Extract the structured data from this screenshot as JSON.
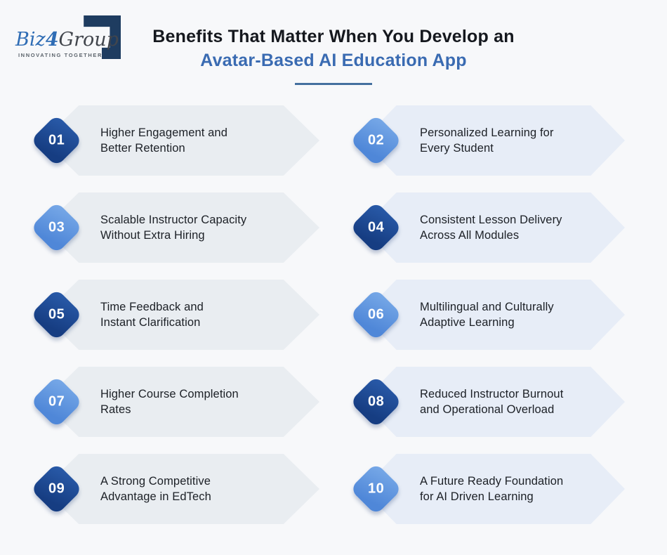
{
  "logo": {
    "brand_italic": "Biz",
    "brand_digit": "4",
    "brand_rest": "Group",
    "tagline": "INNOVATING TOGETHER"
  },
  "title": {
    "line1": "Benefits That Matter When You Develop an",
    "line2": "Avatar-Based AI Education App"
  },
  "colors": {
    "page_bg": "#f7f8fa",
    "title_blue": "#3a6bb2",
    "underline_blue": "#44709f",
    "card_gray": "#e9edf1",
    "card_blue": "#e7edf7",
    "diamond_dark": "#1c4c94",
    "diamond_light": "#5b93dd"
  },
  "items": [
    {
      "number": "01",
      "tone": "dark",
      "label": "Higher Engagement and Better Retention",
      "lines": [
        "Higher Engagement and",
        "Better Retention"
      ]
    },
    {
      "number": "02",
      "tone": "light",
      "label": "Personalized Learning for Every Student",
      "lines": [
        "Personalized Learning for",
        "Every Student"
      ]
    },
    {
      "number": "03",
      "tone": "light",
      "label": "Scalable Instructor Capacity Without Extra Hiring",
      "lines": [
        "Scalable Instructor Capacity",
        "Without Extra Hiring"
      ]
    },
    {
      "number": "04",
      "tone": "dark",
      "label": "Consistent Lesson Delivery Across All Modules",
      "lines": [
        "Consistent Lesson Delivery",
        "Across All Modules"
      ]
    },
    {
      "number": "05",
      "tone": "dark",
      "label": "Time Feedback and Instant Clarification",
      "lines": [
        "Time Feedback and",
        "Instant Clarification"
      ]
    },
    {
      "number": "06",
      "tone": "light",
      "label": "Multilingual and Culturally Adaptive Learning",
      "lines": [
        "Multilingual and Culturally",
        "Adaptive Learning"
      ]
    },
    {
      "number": "07",
      "tone": "light",
      "label": "Higher Course Completion Rates",
      "lines": [
        "Higher Course Completion",
        "Rates"
      ]
    },
    {
      "number": "08",
      "tone": "dark",
      "label": "Reduced Instructor Burnout and Operational Overload",
      "lines": [
        "Reduced Instructor Burnout",
        "and Operational Overload"
      ]
    },
    {
      "number": "09",
      "tone": "dark",
      "label": "A Strong Competitive Advantage in EdTech",
      "lines": [
        "A Strong Competitive",
        "Advantage in EdTech"
      ]
    },
    {
      "number": "10",
      "tone": "light",
      "label": "A Future Ready Foundation for AI Driven Learning",
      "lines": [
        "A Future Ready Foundation",
        "for AI Driven Learning"
      ]
    }
  ]
}
